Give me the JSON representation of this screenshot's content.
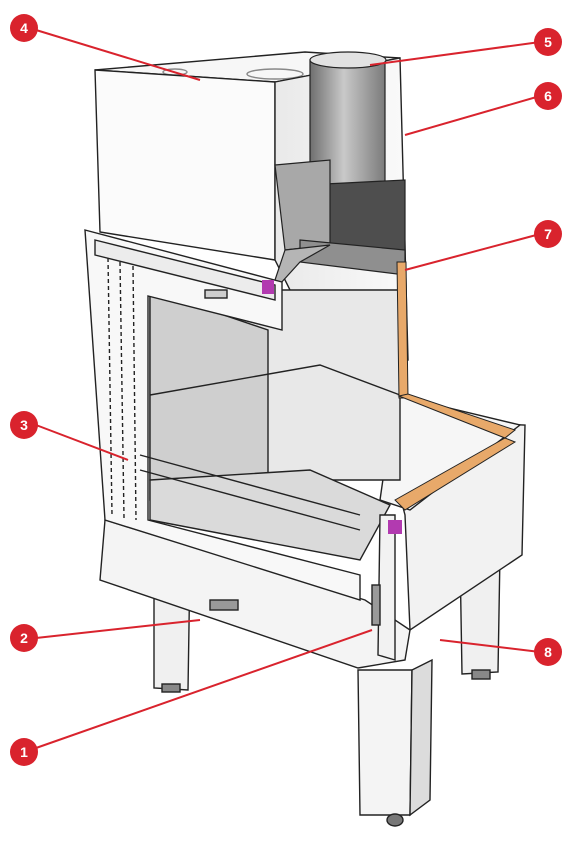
{
  "callouts": [
    {
      "label": "1"
    },
    {
      "label": "2"
    },
    {
      "label": "3"
    },
    {
      "label": "4"
    },
    {
      "label": "5"
    },
    {
      "label": "6"
    },
    {
      "label": "7"
    },
    {
      "label": "8"
    }
  ],
  "colors": {
    "callout_red": "#d9232d",
    "insulation_orange": "#e8a96a",
    "accent_magenta": "#b23ab0",
    "body_light": "#f3f3f3",
    "interior_grey": "#cfcfcf",
    "duct_grey": "#9a9a9a",
    "outline": "#222222"
  }
}
